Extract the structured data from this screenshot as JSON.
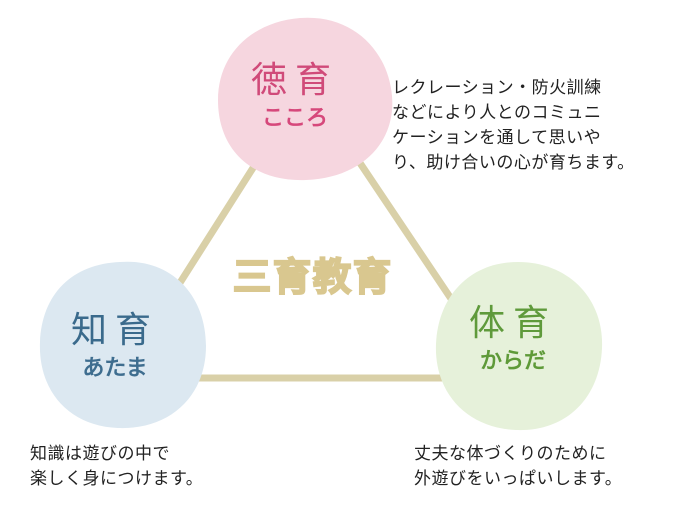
{
  "center_title": "三育教育",
  "nodes": {
    "toku": {
      "kanji": "徳育",
      "kana": "こころ"
    },
    "chi": {
      "kanji": "知育",
      "kana": "あたま"
    },
    "tai": {
      "kanji": "体育",
      "kana": "からだ"
    }
  },
  "descriptions": {
    "toku": [
      "レクレーション・防火訓練",
      "などにより人とのコミュニ",
      "ケーションを通して思いや",
      "り、助け合いの心が育ちます。"
    ],
    "chi": [
      "知識は遊びの中で",
      "楽しく身につけます。"
    ],
    "tai": [
      "丈夫な体づくりのために",
      "外遊びをいっぱいします。"
    ]
  },
  "colors": {
    "edge": "#d9d0a8",
    "toku_bg": "#f6d6df",
    "chi_bg": "#dce8f1",
    "tai_bg": "#e6f1da"
  }
}
